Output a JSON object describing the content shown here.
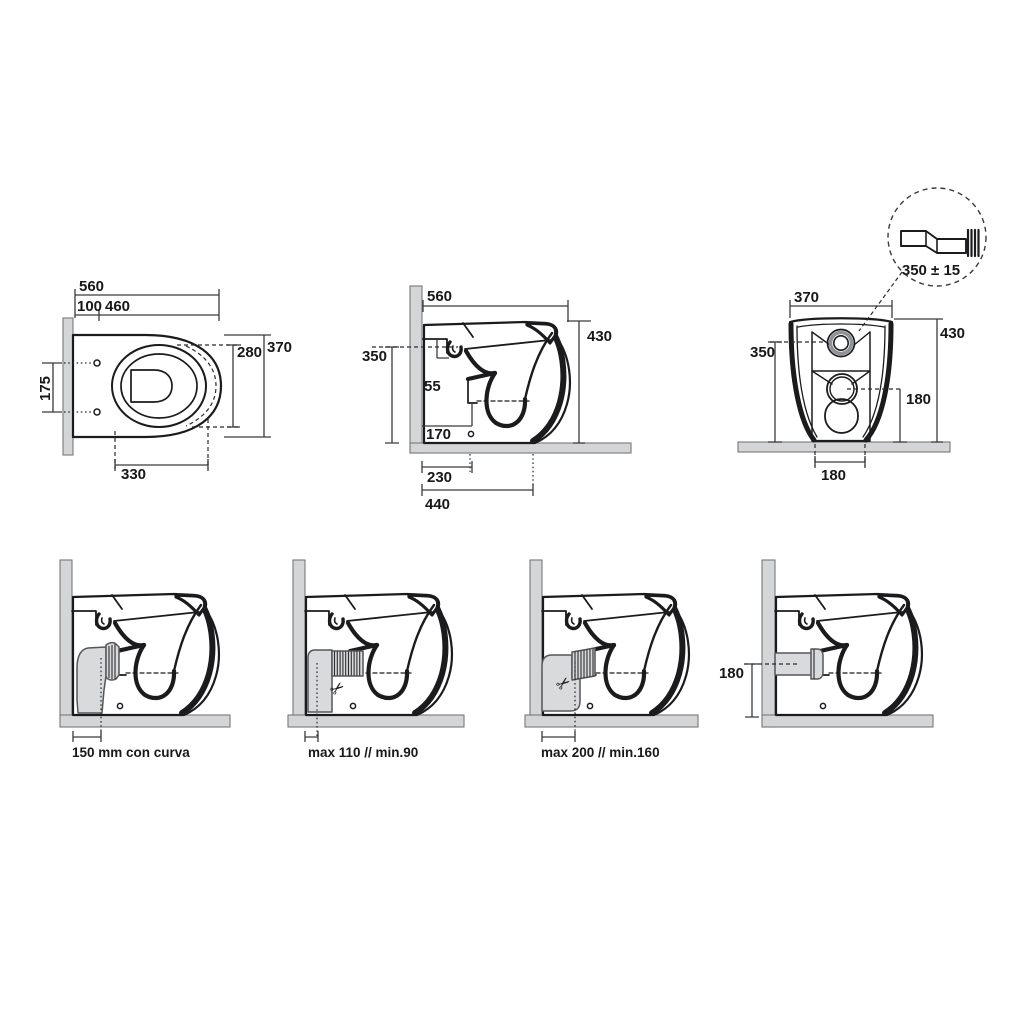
{
  "drawing": {
    "plan_view": {
      "overall_depth": "560",
      "rear_gap": "100",
      "inner_depth": "460",
      "seat_width": "280",
      "overall_width": "370",
      "fixing_centres": "175",
      "seat_length": "330"
    },
    "side_view": {
      "overall_depth": "560",
      "overall_height": "430",
      "rim_height": "350",
      "inlet_drop": "55",
      "trap_height": "170",
      "outlet_setback": "230",
      "base_depth": "440"
    },
    "rear_view": {
      "overall_width": "370",
      "overall_height": "430",
      "rim_height": "350",
      "outlet_height": "180",
      "base_width": "180"
    },
    "outlet_detail": {
      "dimension": "350 ± 15"
    },
    "installations": [
      {
        "caption": "150 mm con curva"
      },
      {
        "caption": "max 110 // min.90"
      },
      {
        "caption": "max 200 // min.160"
      },
      {
        "caption": "180"
      }
    ],
    "icons": {
      "scissors": "✂"
    },
    "colors": {
      "line": "#1b1b1d",
      "wall_fill": "#d3d5d6",
      "pipe_fill": "#d9dadb",
      "text": "#17181a"
    }
  }
}
